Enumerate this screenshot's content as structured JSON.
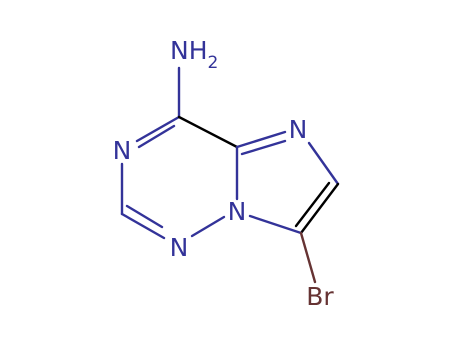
{
  "molecule": {
    "atoms": {
      "amine": {
        "label": "NH",
        "subscript": "2"
      },
      "n_triazine_top": {
        "label": "N"
      },
      "n_triazine_bottom": {
        "label": "N"
      },
      "n_bridgehead": {
        "label": "N"
      },
      "n_imidazole": {
        "label": "N"
      },
      "bromine": {
        "label": "Br"
      }
    },
    "colors": {
      "bond": "#000000",
      "nitrogen": "#333399",
      "bromine": "#663333"
    }
  }
}
